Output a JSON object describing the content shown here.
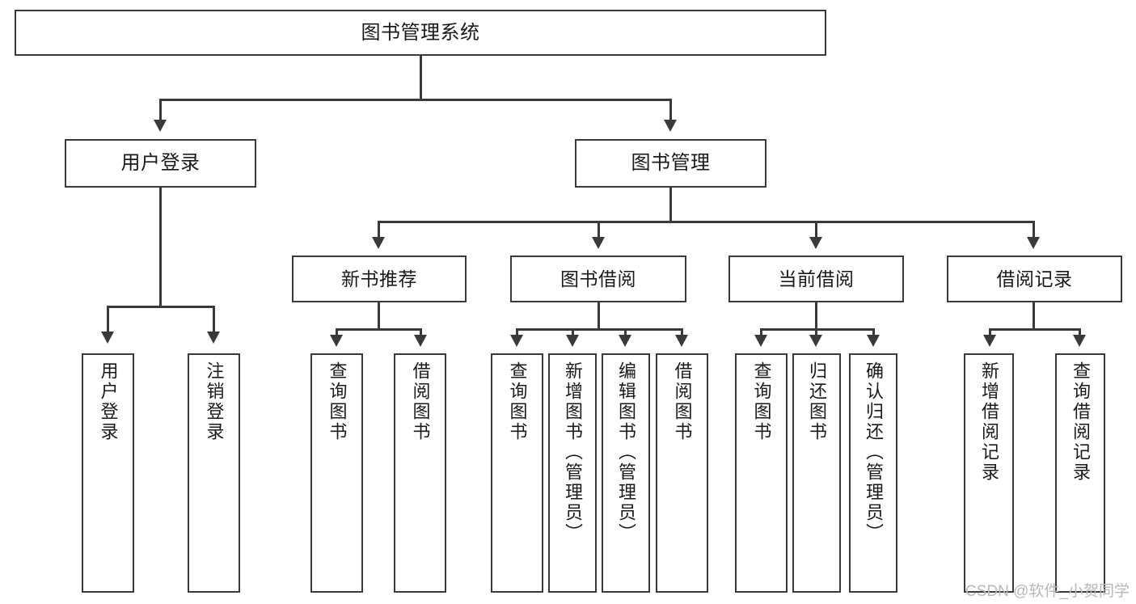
{
  "diagram": {
    "title": "图书管理系统",
    "type": "tree",
    "root": {
      "label": "图书管理系统"
    },
    "level2": [
      {
        "label": "用户登录"
      },
      {
        "label": "图书管理"
      }
    ],
    "level3": [
      {
        "label": "新书推荐"
      },
      {
        "label": "图书借阅"
      },
      {
        "label": "当前借阅"
      },
      {
        "label": "借阅记录"
      }
    ],
    "leaves": {
      "user_login": [
        {
          "label": "用户登录"
        },
        {
          "label": "注销登录"
        }
      ],
      "new_book_recommend": [
        {
          "label": "查询图书"
        },
        {
          "label": "借阅图书"
        }
      ],
      "book_borrow": [
        {
          "label": "查询图书"
        },
        {
          "label": "新增图书（管理员）"
        },
        {
          "label": "编辑图书（管理员）"
        },
        {
          "label": "借阅图书"
        }
      ],
      "current_borrow": [
        {
          "label": "查询图书"
        },
        {
          "label": "归还图书"
        },
        {
          "label": "确认归还（管理员）"
        }
      ],
      "borrow_record": [
        {
          "label": "新增借阅记录"
        },
        {
          "label": "查询借阅记录"
        }
      ]
    }
  },
  "watermark": {
    "text": "CSDN @软件_小贺同学"
  },
  "colors": {
    "stroke": "#3a3a3a",
    "text": "#1a1a1a",
    "background": "#ffffff",
    "watermark": "#b8b8b8"
  }
}
